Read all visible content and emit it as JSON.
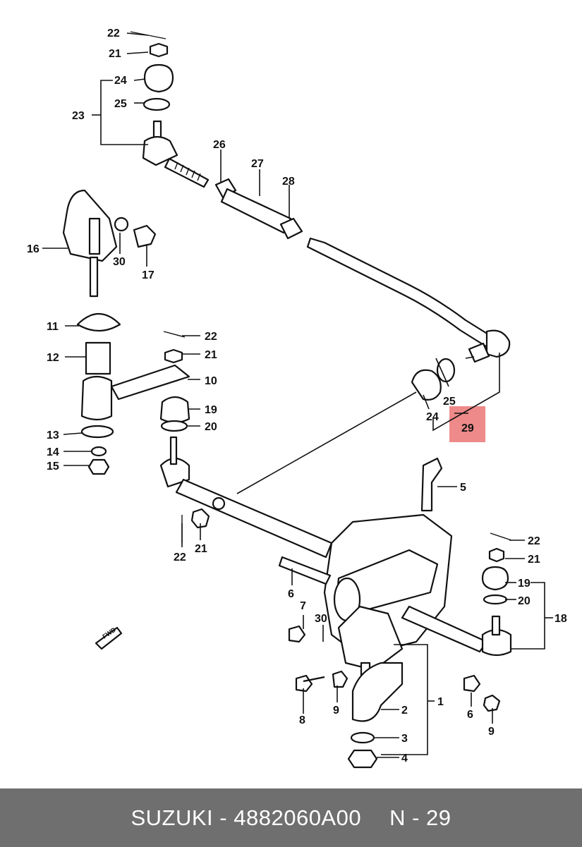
{
  "footer": {
    "brand": "SUZUKI",
    "separator": "-",
    "part_number": "4882060A00",
    "ref": "N - 29"
  },
  "highlight": {
    "label": "29",
    "color": "#ee8a8a"
  },
  "callouts": {
    "c1": "1",
    "c2": "2",
    "c3": "3",
    "c4": "4",
    "c5": "5",
    "c6a": "6",
    "c6b": "6",
    "c7": "7",
    "c8": "8",
    "c9a": "9",
    "c9b": "9",
    "c10": "10",
    "c11": "11",
    "c12": "12",
    "c13": "13",
    "c14": "14",
    "c15": "15",
    "c16": "16",
    "c17": "17",
    "c18": "18",
    "c19a": "19",
    "c19b": "19",
    "c20a": "20",
    "c20b": "20",
    "c21a": "21",
    "c21b": "21",
    "c21c": "21",
    "c21d": "21",
    "c22a": "22",
    "c22b": "22",
    "c22c": "22",
    "c22d": "22",
    "c23": "23",
    "c24a": "24",
    "c24b": "24",
    "c25a": "25",
    "c25b": "25",
    "c26": "26",
    "c27": "27",
    "c28": "28",
    "c30a": "30",
    "c30b": "30"
  },
  "fwd_mark": "FWD"
}
